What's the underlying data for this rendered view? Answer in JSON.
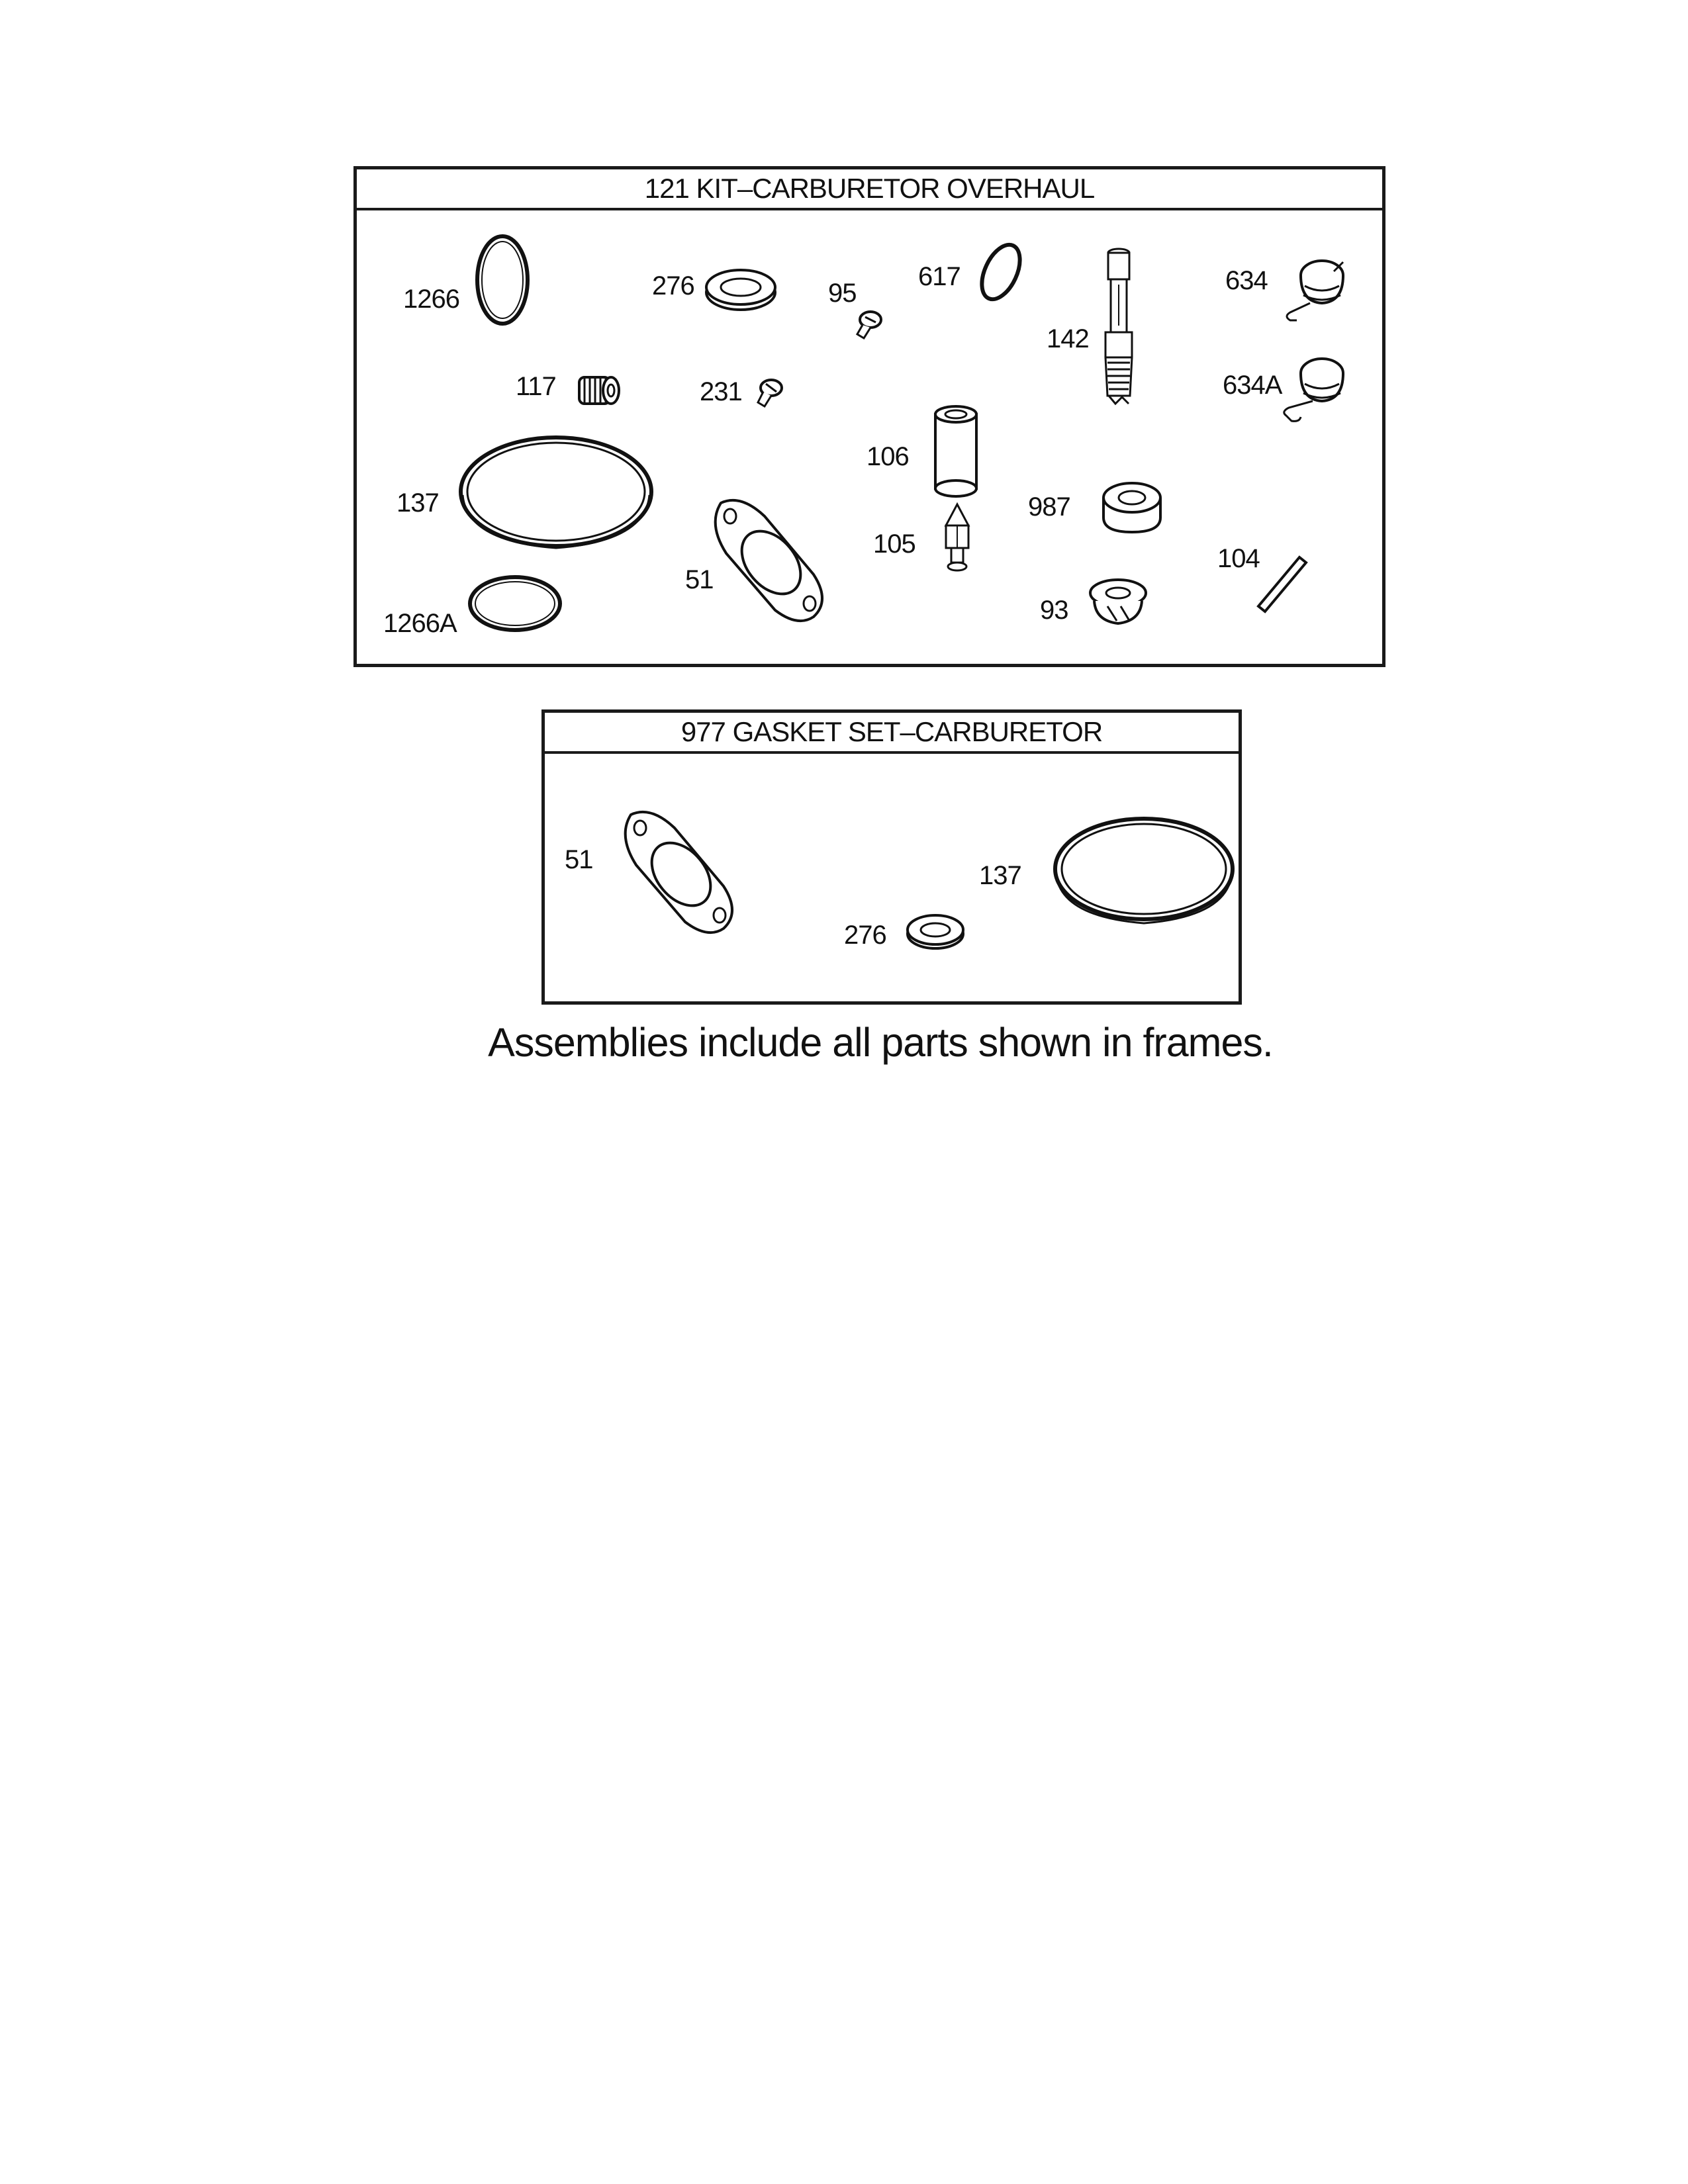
{
  "frames": [
    {
      "id": "kit",
      "title": "121 KIT–CARBURETOR OVERHAUL",
      "callouts": [
        "1266",
        "276",
        "95",
        "617",
        "634",
        "142",
        "117",
        "231",
        "634A",
        "106",
        "137",
        "987",
        "105",
        "104",
        "51",
        "93",
        "1266A"
      ]
    },
    {
      "id": "gasket",
      "title": "977 GASKET SET–CARBURETOR",
      "callouts": [
        "51",
        "137",
        "276"
      ]
    }
  ],
  "footnote": "Assemblies include all parts shown in frames."
}
